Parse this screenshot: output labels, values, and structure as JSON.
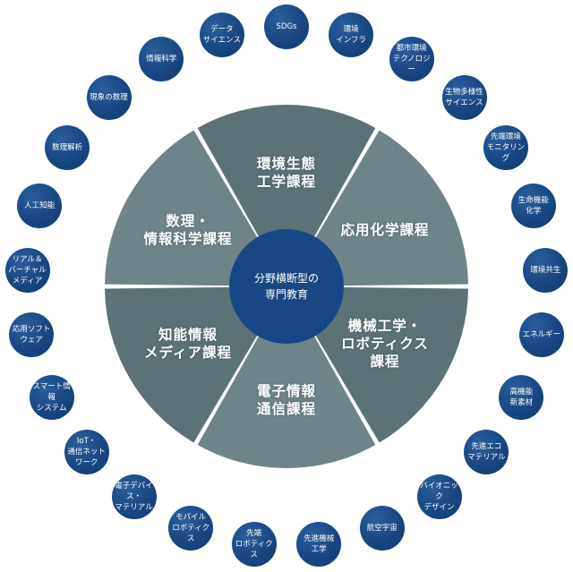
{
  "colors": {
    "node_blue": "#184783",
    "segment_gray": "#6f8488",
    "segment_gray_dark": "#5d7276",
    "background": "#ffffff",
    "text": "#ffffff"
  },
  "center": {
    "label": "分野横断型の\n専門教育"
  },
  "segments": [
    {
      "label": "数理・\n情報科学課程"
    },
    {
      "label": "環境生態\n工学課程"
    },
    {
      "label": "応用化学課程"
    },
    {
      "label": "機械工学・\nロボティクス\n課程"
    },
    {
      "label": "電子情報\n通信課程"
    },
    {
      "label": "知能情報\nメディア課程"
    }
  ],
  "ring_nodes": [
    {
      "label": "SDGs"
    },
    {
      "label": "環境\nインフラ"
    },
    {
      "label": "都市環境\nテクノロジー"
    },
    {
      "label": "生物多様性\nサイエンス"
    },
    {
      "label": "先端環境\nモニタリング"
    },
    {
      "label": "生命機能\n化学"
    },
    {
      "label": "環境共生"
    },
    {
      "label": "エネルギー"
    },
    {
      "label": "高機能\n新素材"
    },
    {
      "label": "先進エコ\nマテリアル"
    },
    {
      "label": "バイオニック\nデザイン"
    },
    {
      "label": "航空宇宙"
    },
    {
      "label": "先進機械\n工学"
    },
    {
      "label": "先端\nロボティクス"
    },
    {
      "label": "モバイル\nロボティクス"
    },
    {
      "label": "電子デバイス・\nマテリアル"
    },
    {
      "label": "IoT・\n通信ネット\nワーク"
    },
    {
      "label": "スマート情報\nシステム"
    },
    {
      "label": "応用ソフト\nウェア"
    },
    {
      "label": "リアル＆\nバーチャル\nメディア"
    },
    {
      "label": "人工知能"
    },
    {
      "label": "数理解析"
    },
    {
      "label": "現象の数理"
    },
    {
      "label": "情報科学"
    },
    {
      "label": "データ\nサイエンス"
    }
  ]
}
